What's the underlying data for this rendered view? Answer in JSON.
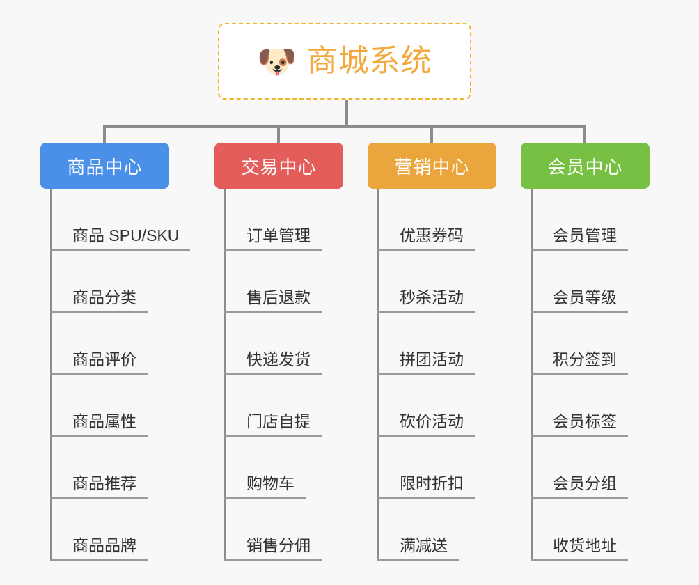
{
  "diagram": {
    "title": "商城系统",
    "root": {
      "icon": "shiba-dog-icon",
      "emoji": "🐶",
      "label": "商城系统",
      "text_color": "#f3a83c",
      "border_color": "#f0b429",
      "background": "#ffffff"
    },
    "background_color": "#f8f8f8",
    "connector_color": "#8c8c8c",
    "leaf_text_color": "#333333",
    "leaf_rule_color": "#9a9a9a",
    "branches": [
      {
        "label": "商品中心",
        "color": "#4a90e8",
        "items": [
          "商品 SPU/SKU",
          "商品分类",
          "商品评价",
          "商品属性",
          "商品推荐",
          "商品品牌"
        ]
      },
      {
        "label": "交易中心",
        "color": "#e35d5b",
        "items": [
          "订单管理",
          "售后退款",
          "快递发货",
          "门店自提",
          "购物车",
          "销售分佣"
        ]
      },
      {
        "label": "营销中心",
        "color": "#eaa53c",
        "items": [
          "优惠券码",
          "秒杀活动",
          "拼团活动",
          "砍价活动",
          "限时折扣",
          "满减送"
        ]
      },
      {
        "label": "会员中心",
        "color": "#78c043",
        "items": [
          "会员管理",
          "会员等级",
          "积分签到",
          "会员标签",
          "会员分组",
          "收货地址"
        ]
      }
    ]
  }
}
